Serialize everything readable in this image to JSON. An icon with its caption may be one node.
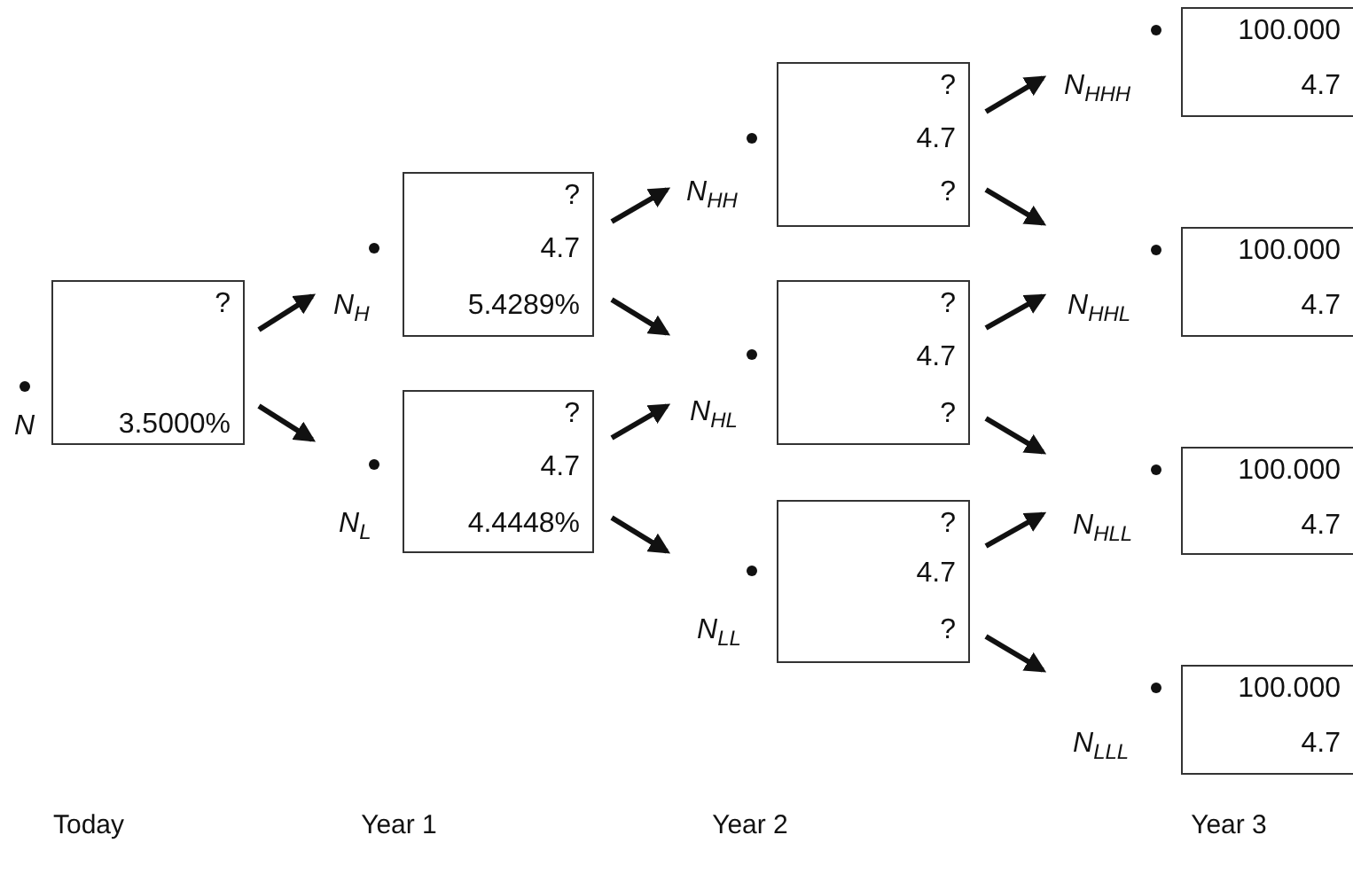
{
  "diagram": {
    "nodes": [
      {
        "text": [
          "?",
          "3.5000%"
        ],
        "beside": [
          "N"
        ]
      },
      {
        "text": [
          "?",
          "4.7",
          "5.4289%"
        ],
        "beside": [
          "N$_{H}$"
        ]
      },
      {
        "text": [
          "?",
          "4.7",
          "4.4448%"
        ],
        "beside": [
          "N$_{L}$"
        ]
      },
      {
        "text": [
          "?",
          "4.7",
          "?"
        ],
        "beside": [
          "N$_{HH}$"
        ]
      },
      {
        "text": [
          "?",
          "4.7",
          "?"
        ],
        "beside": [
          "N$_{HL}$"
        ]
      },
      {
        "text": [
          "?",
          "4.7",
          "?"
        ],
        "beside": [
          "N$_{LL}$"
        ]
      },
      {
        "text": [
          "100.000",
          "4.7"
        ],
        "beside": [
          "N$_{HHH}$"
        ]
      },
      {
        "text": [
          "100.000",
          "4.7"
        ],
        "beside": [
          "N$_{HHL}$"
        ]
      },
      {
        "text": [
          "100.000",
          "4.7"
        ],
        "beside": [
          "N$_{HLL}$"
        ]
      },
      {
        "text": [
          "100.000",
          "4.7"
        ],
        "beside": [
          "N$_{LLL}$"
        ]
      }
    ],
    "edges": [
      {
        "from": 0,
        "to": 1,
        "arrow": "to"
      },
      {
        "from": 0,
        "to": 2,
        "arrow": "to"
      },
      {
        "from": 1,
        "to": 3,
        "arrow": "to"
      },
      {
        "from": 1,
        "to": 4,
        "arrow": "to"
      },
      {
        "from": 2,
        "to": 4,
        "arrow": "to"
      },
      {
        "from": 2,
        "to": 5,
        "arrow": "to"
      },
      {
        "from": 3,
        "to": 6,
        "arrow": "to"
      },
      {
        "from": 3,
        "to": 7,
        "arrow": "to"
      },
      {
        "from": 4,
        "to": 7,
        "arrow": "to"
      },
      {
        "from": 4,
        "to": 8,
        "arrow": "to"
      },
      {
        "from": 5,
        "to": 8,
        "arrow": "to"
      },
      {
        "from": 5,
        "to": 9,
        "arrow": "to"
      }
    ],
    "labels": [
      "Today",
      "Year 1",
      "Year 2",
      "Year 3"
    ]
  }
}
